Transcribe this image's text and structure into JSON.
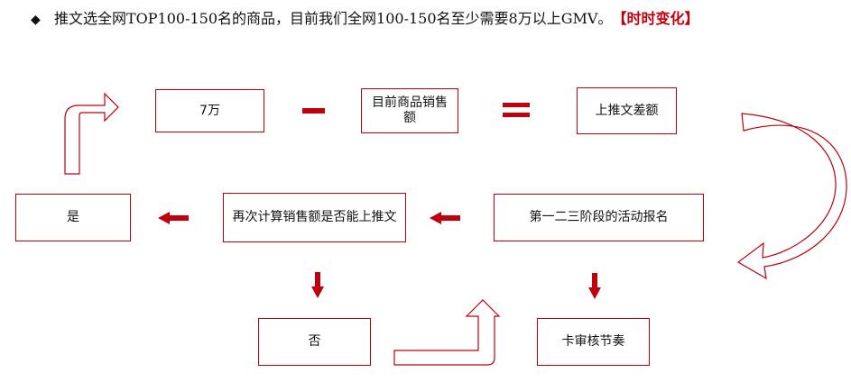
{
  "heading": {
    "bullet": "◆",
    "text": "推文选全网TOP100-150名的商品，目前我们全网100-150名至少需要8万以上GMV。",
    "highlight": "【时时变化】"
  },
  "nodes": {
    "target": "7万",
    "current": "目前商品销售额",
    "gap": "上推文差额",
    "activity": "第一二三阶段的活动报名",
    "recalc": "再次计算销售额是否能上推文",
    "yes": "是",
    "no": "否",
    "review": "卡审核节奏"
  },
  "colors": {
    "accent": "#c0000c",
    "text": "#111111",
    "background": "#ffffff"
  }
}
